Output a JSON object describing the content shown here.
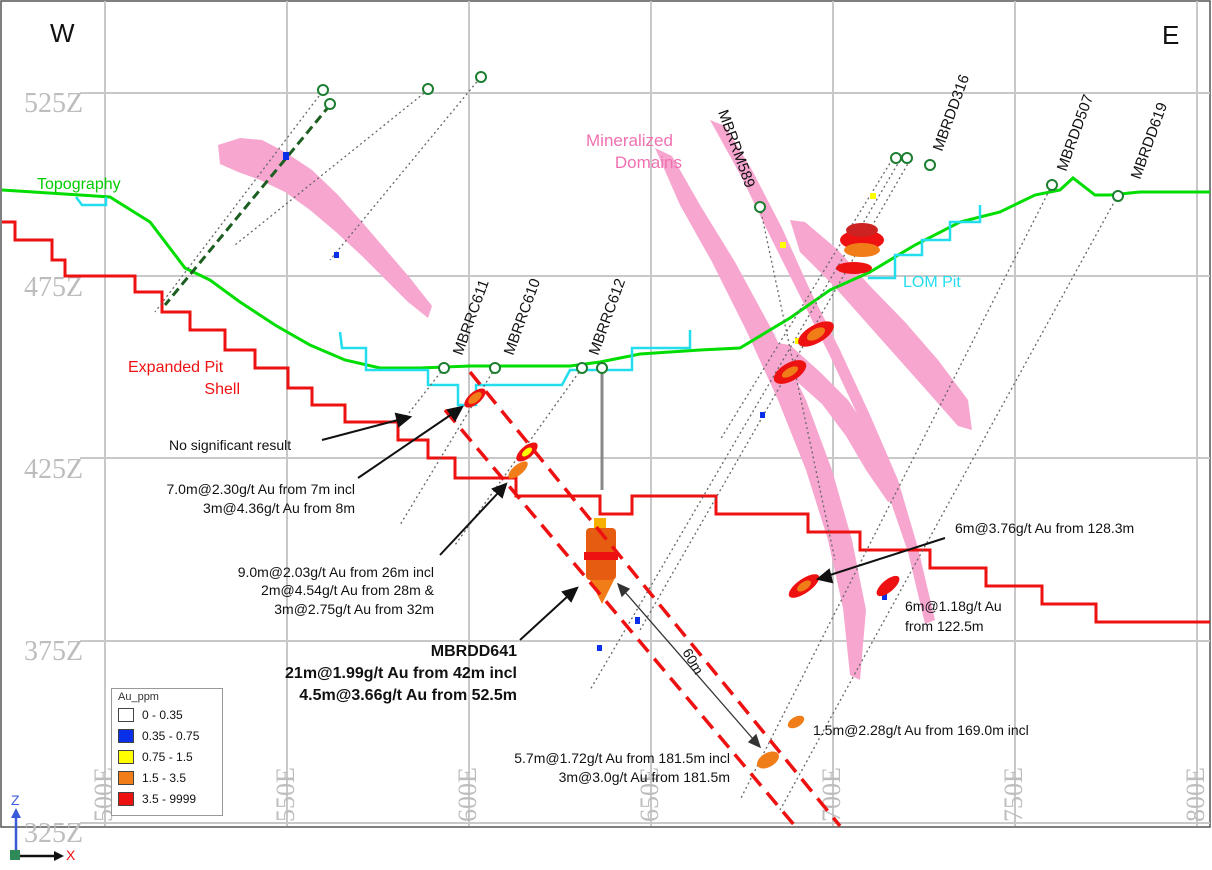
{
  "compass": {
    "west": "W",
    "east": "E"
  },
  "elevation_labels": [
    "525Z",
    "475Z",
    "425Z",
    "375Z",
    "325Z"
  ],
  "easting_labels": [
    "500E",
    "550E",
    "600E",
    "650E",
    "700E",
    "750E",
    "800E"
  ],
  "axes_triad": {
    "z": "Z",
    "x": "X"
  },
  "features": {
    "topography": "Topography",
    "pit_shell_line1": "Expanded Pit",
    "pit_shell_line2": "Shell",
    "lom_pit": "LOM Pit",
    "mineralized_line1": "Mineralized",
    "mineralized_line2": "Domains"
  },
  "colors": {
    "topography": "#00dd00",
    "pit_shell": "#ee1111",
    "lom_pit": "#22ddee",
    "mineralized": "#f7a6cf",
    "section_line": "#ee1111",
    "grid": "#c8c8c8"
  },
  "drillholes": [
    "MBRRC611",
    "MBRRC610",
    "MBRRC612",
    "MBRRM589",
    "MBRDD316",
    "MBRDD507",
    "MBRDD619"
  ],
  "callouts": {
    "no_result": "No significant result",
    "c1_line1": "7.0m@2.30g/t Au from 7m incl",
    "c1_line2": "3m@4.36g/t Au from 8m",
    "c2_line1": "9.0m@2.03g/t Au from 26m incl",
    "c2_line2": "2m@4.54g/t Au from 28m &",
    "c2_line3": "3m@2.75g/t Au from 32m",
    "main_line1": "MBRDD641",
    "main_line2": "21m@1.99g/t Au from 42m incl",
    "main_line3": "4.5m@3.66g/t Au from 52.5m",
    "c3_line1": "5.7m@1.72g/t Au from 181.5m incl",
    "c3_line2": "3m@3.0g/t Au from 181.5m",
    "c4": "1.5m@2.28g/t Au from 169.0m incl",
    "c5": "6m@3.76g/t Au from 128.3m",
    "c6_line1": "6m@1.18g/t Au",
    "c6_line2": "from 122.5m",
    "width": "60m"
  },
  "legend": {
    "title": "Au_ppm",
    "items": [
      {
        "label": "0 - 0.35",
        "color": "#ffffff"
      },
      {
        "label": "0.35 - 0.75",
        "color": "#0a2fe8"
      },
      {
        "label": "0.75 - 1.5",
        "color": "#ffff00"
      },
      {
        "label": "1.5 - 3.5",
        "color": "#f07d18"
      },
      {
        "label": "3.5 - 9999",
        "color": "#ee1111"
      }
    ]
  }
}
